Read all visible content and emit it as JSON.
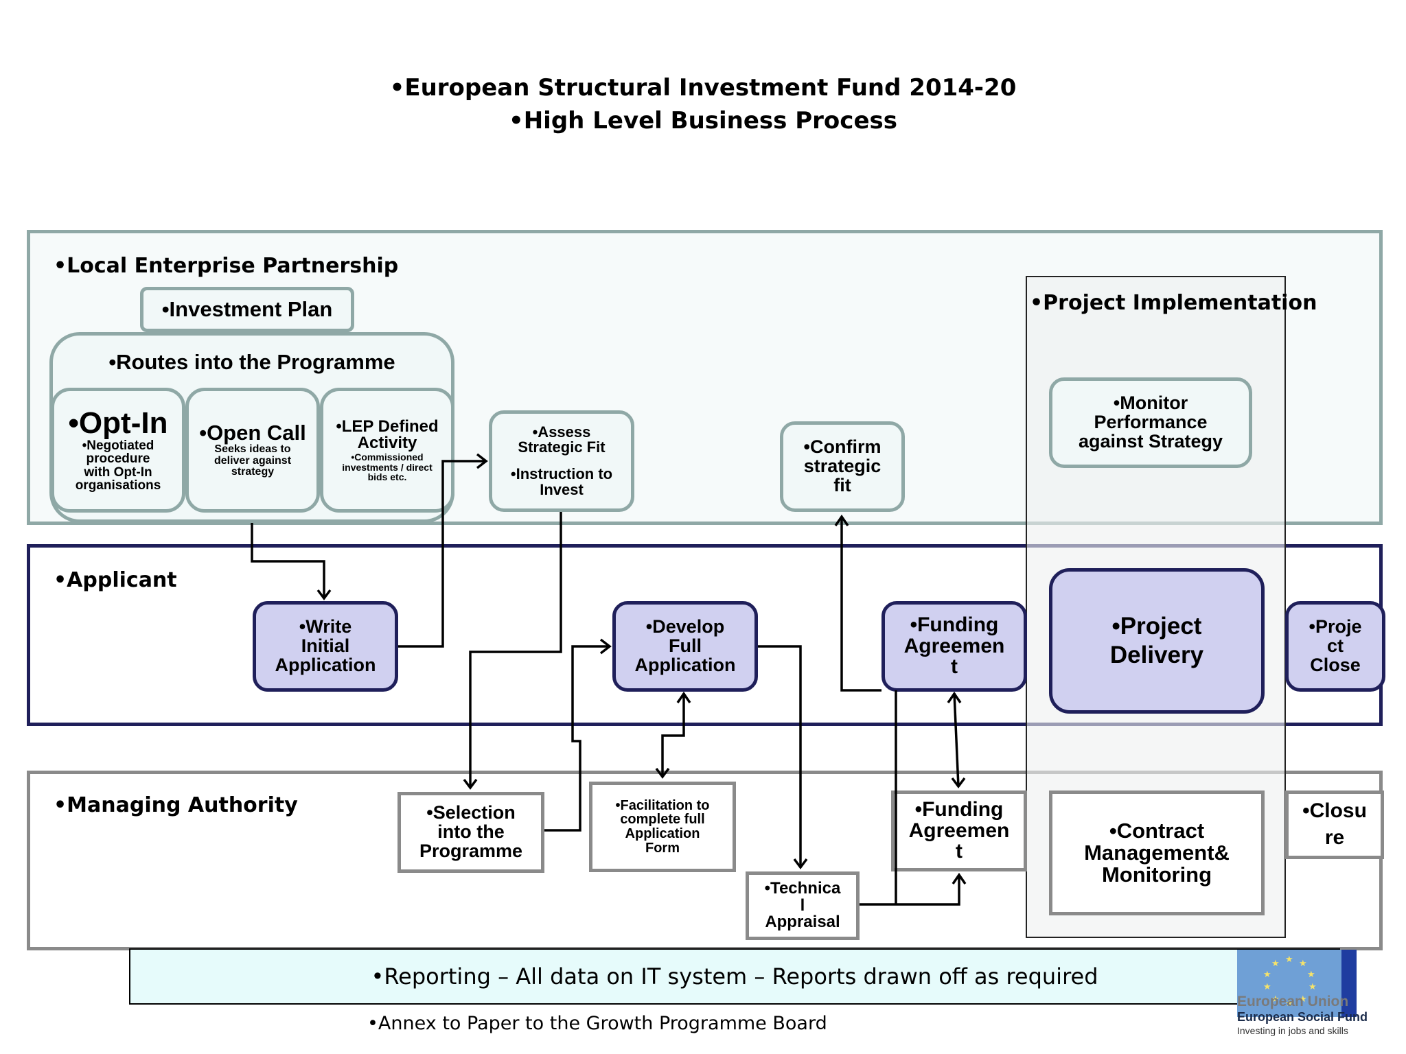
{
  "title": {
    "line1": "•European Structural Investment Fund 2014-20",
    "line2": "•High Level Business Process"
  },
  "lanes": {
    "lep": "•Local Enterprise Partnership",
    "applicant": "•Applicant",
    "managing_authority": "•Managing Authority",
    "project_implementation": "•Project Implementation"
  },
  "lep": {
    "investment_plan": "•Investment Plan",
    "routes_title": "•Routes into the Programme",
    "opt_in": {
      "title": "•Opt-In",
      "l1": "•Negotiated",
      "l2": "procedure",
      "l3": "with Opt-In",
      "l4": "organisations"
    },
    "open_call": {
      "title": "•Open Call",
      "l1": "Seeks ideas to",
      "l2": "deliver against",
      "l3": "strategy"
    },
    "lep_defined": {
      "l1": "•LEP Defined",
      "l2": "Activity",
      "l3": "•Commissioned",
      "l4": "investments / direct",
      "l5": "bids etc."
    },
    "assess": {
      "l1": "•Assess",
      "l2": "Strategic Fit",
      "l3": "•Instruction to",
      "l4": "Invest"
    },
    "confirm": {
      "l1": "•Confirm",
      "l2": "strategic",
      "l3": "fit"
    },
    "monitor": {
      "l1": "•Monitor",
      "l2": "Performance",
      "l3": "against Strategy"
    }
  },
  "applicant": {
    "write": {
      "l1": "•Write",
      "l2": "Initial",
      "l3": "Application"
    },
    "develop": {
      "l1": "•Develop",
      "l2": "Full",
      "l3": "Application"
    },
    "funding": {
      "l1": "•Funding",
      "l2": "Agreemen",
      "l3": "t"
    },
    "delivery": {
      "l1": "•Project",
      "l2": "Delivery"
    },
    "close": {
      "l1": "•Proje",
      "l2": "ct",
      "l3": "Close"
    }
  },
  "ma": {
    "selection": {
      "l1": "•Selection",
      "l2": "into the",
      "l3": "Programme"
    },
    "facilitation": {
      "l1": "•Facilitation to",
      "l2": "complete full",
      "l3": "Application",
      "l4": "Form"
    },
    "technical": {
      "l1": "•Technica",
      "l2": "l",
      "l3": "Appraisal"
    },
    "funding": {
      "l1": "•Funding",
      "l2": "Agreemen",
      "l3": "t"
    },
    "contract": {
      "l1": "•Contract",
      "l2": "Management&",
      "l3": "Monitoring"
    },
    "closure": {
      "l1": "•Closu",
      "l2": "re"
    }
  },
  "reporting": "•Reporting – All data on IT system – Reports drawn off as required",
  "annex": "•Annex to Paper to the Growth Programme Board",
  "logo": {
    "name": "European Union",
    "fund": "European Social Fund",
    "tagline": "Investing in jobs and skills"
  },
  "colors": {
    "teal_fill": "#f1f8f8",
    "teal_border": "#8fa8a6",
    "purple_fill": "#d0d0f0",
    "navy": "#1f1f5a",
    "reporting_fill": "#e6fbfb",
    "eu_blue": "#6fa0d6"
  }
}
